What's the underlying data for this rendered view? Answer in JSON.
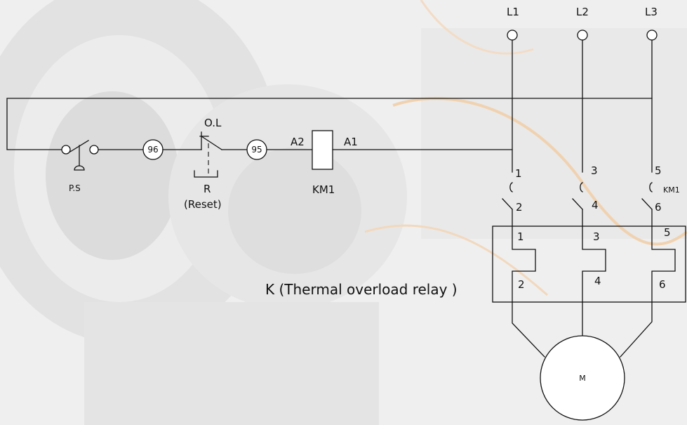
{
  "diagram": {
    "lines": [
      "L1",
      "L2",
      "L3"
    ],
    "push_switch_label": "P.S",
    "overload_label": "O.L",
    "terminal_96": "96",
    "terminal_95": "95",
    "reset_letter": "R",
    "reset_text": "(Reset)",
    "coil_a2": "A2",
    "coil_a1": "A1",
    "coil_name": "KM1",
    "contactor_tag": "KM1",
    "contacts_top": [
      "1",
      "3",
      "5"
    ],
    "contacts_bottom": [
      "2",
      "4",
      "6"
    ],
    "relay_top": [
      "1",
      "3",
      "5"
    ],
    "relay_bottom": [
      "2",
      "4",
      "6"
    ],
    "relay_label": "K (Thermal overload relay )",
    "motor_label": "M"
  },
  "colors": {
    "line": "#111111",
    "background": "#f1f1f1"
  }
}
